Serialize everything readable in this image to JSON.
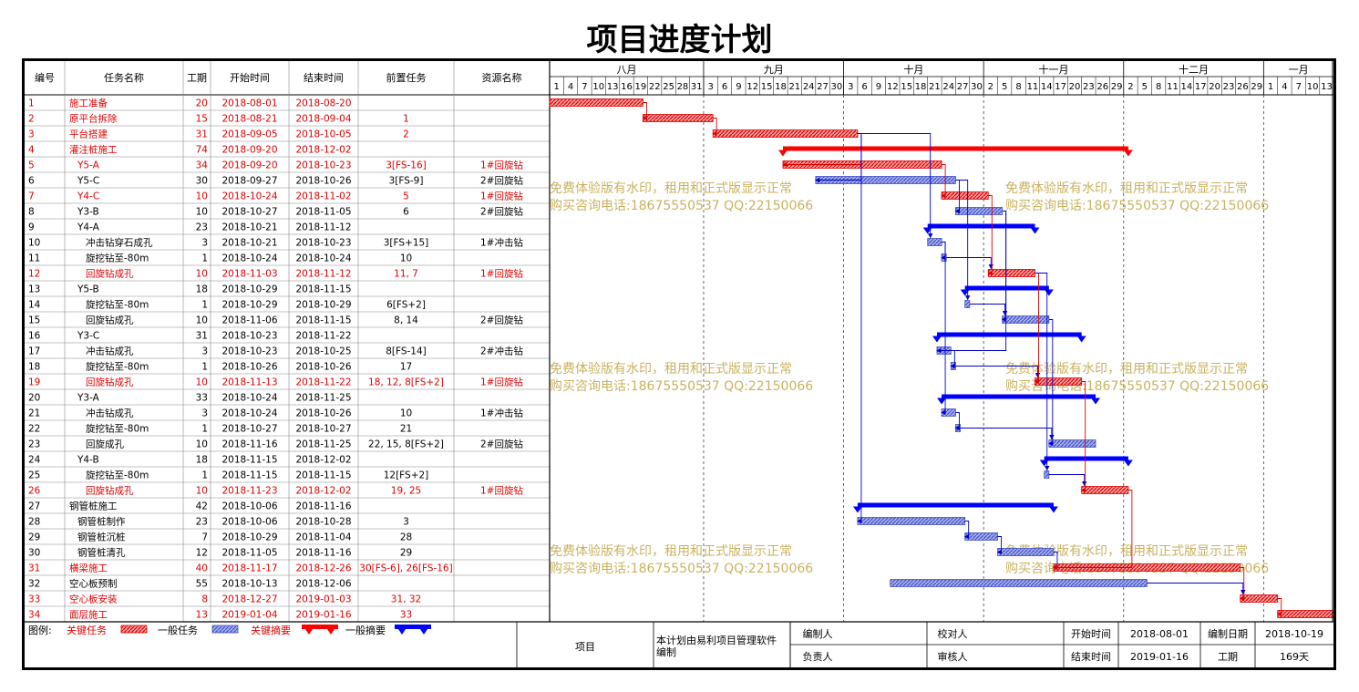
{
  "title": "项目进度计划",
  "columns": [
    "编号",
    "任务名称",
    "工期",
    "开始时间",
    "结束时间",
    "前置任务",
    "资源名称"
  ],
  "timeline": {
    "months": [
      {
        "label": "八月",
        "days": [
          "1",
          "4",
          "7",
          "10",
          "13",
          "16",
          "19",
          "22",
          "25",
          "28",
          "31"
        ]
      },
      {
        "label": "九月",
        "days": [
          "3",
          "6",
          "9",
          "12",
          "15",
          "18",
          "21",
          "24",
          "27",
          "30"
        ]
      },
      {
        "label": "十月",
        "days": [
          "3",
          "6",
          "9",
          "12",
          "15",
          "18",
          "21",
          "24",
          "27",
          "30"
        ]
      },
      {
        "label": "十一月",
        "days": [
          "2",
          "5",
          "8",
          "11",
          "14",
          "17",
          "20",
          "23",
          "26",
          "29"
        ]
      },
      {
        "label": "十二月",
        "days": [
          "2",
          "5",
          "8",
          "11",
          "14",
          "17",
          "20",
          "23",
          "26",
          "29"
        ]
      },
      {
        "label": "一月",
        "days": [
          "1",
          "4",
          "7",
          "10",
          "13"
        ]
      }
    ],
    "start_date": "2018-08-01"
  },
  "chart_data": {
    "type": "gantt",
    "title": "项目进度计划",
    "colors": {
      "critical": "#e00000",
      "normal": "#4050c8",
      "summary_critical": "#ff0000",
      "summary_normal": "#0000ff"
    },
    "tasks": [
      {
        "id": "1",
        "name": "施工准备",
        "indent": 0,
        "duration": "20",
        "start": "2018-08-01",
        "end": "2018-08-20",
        "pred": "",
        "res": "",
        "critical": true,
        "summary": false
      },
      {
        "id": "2",
        "name": "原平台拆除",
        "indent": 0,
        "duration": "15",
        "start": "2018-08-21",
        "end": "2018-09-04",
        "pred": "1",
        "res": "",
        "critical": true,
        "summary": false
      },
      {
        "id": "3",
        "name": "平台搭建",
        "indent": 0,
        "duration": "31",
        "start": "2018-09-05",
        "end": "2018-10-05",
        "pred": "2",
        "res": "",
        "critical": true,
        "summary": false
      },
      {
        "id": "4",
        "name": "灌注桩施工",
        "indent": 0,
        "duration": "74",
        "start": "2018-09-20",
        "end": "2018-12-02",
        "pred": "",
        "res": "",
        "critical": true,
        "summary": true
      },
      {
        "id": "5",
        "name": "Y5-A",
        "indent": 1,
        "duration": "34",
        "start": "2018-09-20",
        "end": "2018-10-23",
        "pred": "3[FS-16]",
        "res": "1#回旋钻",
        "critical": true,
        "summary": false
      },
      {
        "id": "6",
        "name": "Y5-C",
        "indent": 1,
        "duration": "30",
        "start": "2018-09-27",
        "end": "2018-10-26",
        "pred": "3[FS-9]",
        "res": "2#回旋钻",
        "critical": false,
        "summary": false
      },
      {
        "id": "7",
        "name": "Y4-C",
        "indent": 1,
        "duration": "10",
        "start": "2018-10-24",
        "end": "2018-11-02",
        "pred": "5",
        "res": "1#回旋钻",
        "critical": true,
        "summary": false
      },
      {
        "id": "8",
        "name": "Y3-B",
        "indent": 1,
        "duration": "10",
        "start": "2018-10-27",
        "end": "2018-11-05",
        "pred": "6",
        "res": "2#回旋钻",
        "critical": false,
        "summary": false
      },
      {
        "id": "9",
        "name": "Y4-A",
        "indent": 1,
        "duration": "23",
        "start": "2018-10-21",
        "end": "2018-11-12",
        "pred": "",
        "res": "",
        "critical": false,
        "summary": true
      },
      {
        "id": "10",
        "name": "冲击钻穿石成孔",
        "indent": 2,
        "duration": "3",
        "start": "2018-10-21",
        "end": "2018-10-23",
        "pred": "3[FS+15]",
        "res": "1#冲击钻",
        "critical": false,
        "summary": false
      },
      {
        "id": "11",
        "name": "旋挖钻至-80m",
        "indent": 2,
        "duration": "1",
        "start": "2018-10-24",
        "end": "2018-10-24",
        "pred": "10",
        "res": "",
        "critical": false,
        "summary": false
      },
      {
        "id": "12",
        "name": "回旋钻成孔",
        "indent": 2,
        "duration": "10",
        "start": "2018-11-03",
        "end": "2018-11-12",
        "pred": "11, 7",
        "res": "1#回旋钻",
        "critical": true,
        "summary": false
      },
      {
        "id": "13",
        "name": "Y5-B",
        "indent": 1,
        "duration": "18",
        "start": "2018-10-29",
        "end": "2018-11-15",
        "pred": "",
        "res": "",
        "critical": false,
        "summary": true
      },
      {
        "id": "14",
        "name": "旋挖钻至-80m",
        "indent": 2,
        "duration": "1",
        "start": "2018-10-29",
        "end": "2018-10-29",
        "pred": "6[FS+2]",
        "res": "",
        "critical": false,
        "summary": false
      },
      {
        "id": "15",
        "name": "回旋钻成孔",
        "indent": 2,
        "duration": "10",
        "start": "2018-11-06",
        "end": "2018-11-15",
        "pred": "8, 14",
        "res": "2#回旋钻",
        "critical": false,
        "summary": false
      },
      {
        "id": "16",
        "name": "Y3-C",
        "indent": 1,
        "duration": "31",
        "start": "2018-10-23",
        "end": "2018-11-22",
        "pred": "",
        "res": "",
        "critical": false,
        "summary": true
      },
      {
        "id": "17",
        "name": "冲击钻成孔",
        "indent": 2,
        "duration": "3",
        "start": "2018-10-23",
        "end": "2018-10-25",
        "pred": "8[FS-14]",
        "res": "2#冲击钻",
        "critical": false,
        "summary": false
      },
      {
        "id": "18",
        "name": "旋挖钻至-80m",
        "indent": 2,
        "duration": "1",
        "start": "2018-10-26",
        "end": "2018-10-26",
        "pred": "17",
        "res": "",
        "critical": false,
        "summary": false
      },
      {
        "id": "19",
        "name": "回旋钻成孔",
        "indent": 2,
        "duration": "10",
        "start": "2018-11-13",
        "end": "2018-11-22",
        "pred": "18, 12, 8[FS+2]",
        "res": "1#回旋钻",
        "critical": true,
        "summary": false
      },
      {
        "id": "20",
        "name": "Y3-A",
        "indent": 1,
        "duration": "33",
        "start": "2018-10-24",
        "end": "2018-11-25",
        "pred": "",
        "res": "",
        "critical": false,
        "summary": true
      },
      {
        "id": "21",
        "name": "冲击钻成孔",
        "indent": 2,
        "duration": "3",
        "start": "2018-10-24",
        "end": "2018-10-26",
        "pred": "10",
        "res": "1#冲击钻",
        "critical": false,
        "summary": false
      },
      {
        "id": "22",
        "name": "旋挖钻至-80m",
        "indent": 2,
        "duration": "1",
        "start": "2018-10-27",
        "end": "2018-10-27",
        "pred": "21",
        "res": "",
        "critical": false,
        "summary": false
      },
      {
        "id": "23",
        "name": "回旋成孔",
        "indent": 2,
        "duration": "10",
        "start": "2018-11-16",
        "end": "2018-11-25",
        "pred": "22, 15, 8[FS+2]",
        "res": "2#回旋钻",
        "critical": false,
        "summary": false
      },
      {
        "id": "24",
        "name": "Y4-B",
        "indent": 1,
        "duration": "18",
        "start": "2018-11-15",
        "end": "2018-12-02",
        "pred": "",
        "res": "",
        "critical": false,
        "summary": true
      },
      {
        "id": "25",
        "name": "旋挖钻至-80m",
        "indent": 2,
        "duration": "1",
        "start": "2018-11-15",
        "end": "2018-11-15",
        "pred": "12[FS+2]",
        "res": "",
        "critical": false,
        "summary": false
      },
      {
        "id": "26",
        "name": "回旋钻成孔",
        "indent": 2,
        "duration": "10",
        "start": "2018-11-23",
        "end": "2018-12-02",
        "pred": "19, 25",
        "res": "1#回旋钻",
        "critical": true,
        "summary": false
      },
      {
        "id": "27",
        "name": "钢管桩施工",
        "indent": 0,
        "duration": "42",
        "start": "2018-10-06",
        "end": "2018-11-16",
        "pred": "",
        "res": "",
        "critical": false,
        "summary": true
      },
      {
        "id": "28",
        "name": "钢管桩制作",
        "indent": 1,
        "duration": "23",
        "start": "2018-10-06",
        "end": "2018-10-28",
        "pred": "3",
        "res": "",
        "critical": false,
        "summary": false
      },
      {
        "id": "29",
        "name": "钢管桩沉桩",
        "indent": 1,
        "duration": "7",
        "start": "2018-10-29",
        "end": "2018-11-04",
        "pred": "28",
        "res": "",
        "critical": false,
        "summary": false
      },
      {
        "id": "30",
        "name": "钢管桩清孔",
        "indent": 1,
        "duration": "12",
        "start": "2018-11-05",
        "end": "2018-11-16",
        "pred": "29",
        "res": "",
        "critical": false,
        "summary": false
      },
      {
        "id": "31",
        "name": "横梁施工",
        "indent": 0,
        "duration": "40",
        "start": "2018-11-17",
        "end": "2018-12-26",
        "pred": "30[FS-6], 26[FS-16]",
        "res": "",
        "critical": true,
        "summary": false
      },
      {
        "id": "32",
        "name": "空心板预制",
        "indent": 0,
        "duration": "55",
        "start": "2018-10-13",
        "end": "2018-12-06",
        "pred": "",
        "res": "",
        "critical": false,
        "summary": false
      },
      {
        "id": "33",
        "name": "空心板安装",
        "indent": 0,
        "duration": "8",
        "start": "2018-12-27",
        "end": "2019-01-03",
        "pred": "31, 32",
        "res": "",
        "critical": true,
        "summary": false
      },
      {
        "id": "34",
        "name": "面层施工",
        "indent": 0,
        "duration": "13",
        "start": "2019-01-04",
        "end": "2019-01-16",
        "pred": "33",
        "res": "",
        "critical": true,
        "summary": false
      }
    ]
  },
  "watermark": {
    "line1": "免费体验版有水印，租用和正式版显示正常",
    "line2": "购买咨询电话:18675550537 QQ:22150066"
  },
  "legend": {
    "label": "图例:",
    "critical_task": "关键任务",
    "normal_task": "一般任务",
    "critical_summary": "关键摘要",
    "normal_summary": "一般摘要"
  },
  "footer": {
    "project_label": "项目",
    "note": "本计划由易利项目管理软件编制",
    "editor_label": "编制人",
    "checker_label": "校对人",
    "owner_label": "负责人",
    "reviewer_label": "审核人",
    "start_label": "开始时间",
    "start_value": "2018-08-01",
    "end_label": "结束时间",
    "end_value": "2019-01-16",
    "compile_date_label": "编制日期",
    "compile_date_value": "2018-10-19",
    "duration_label": "工期",
    "duration_value": "169天"
  }
}
